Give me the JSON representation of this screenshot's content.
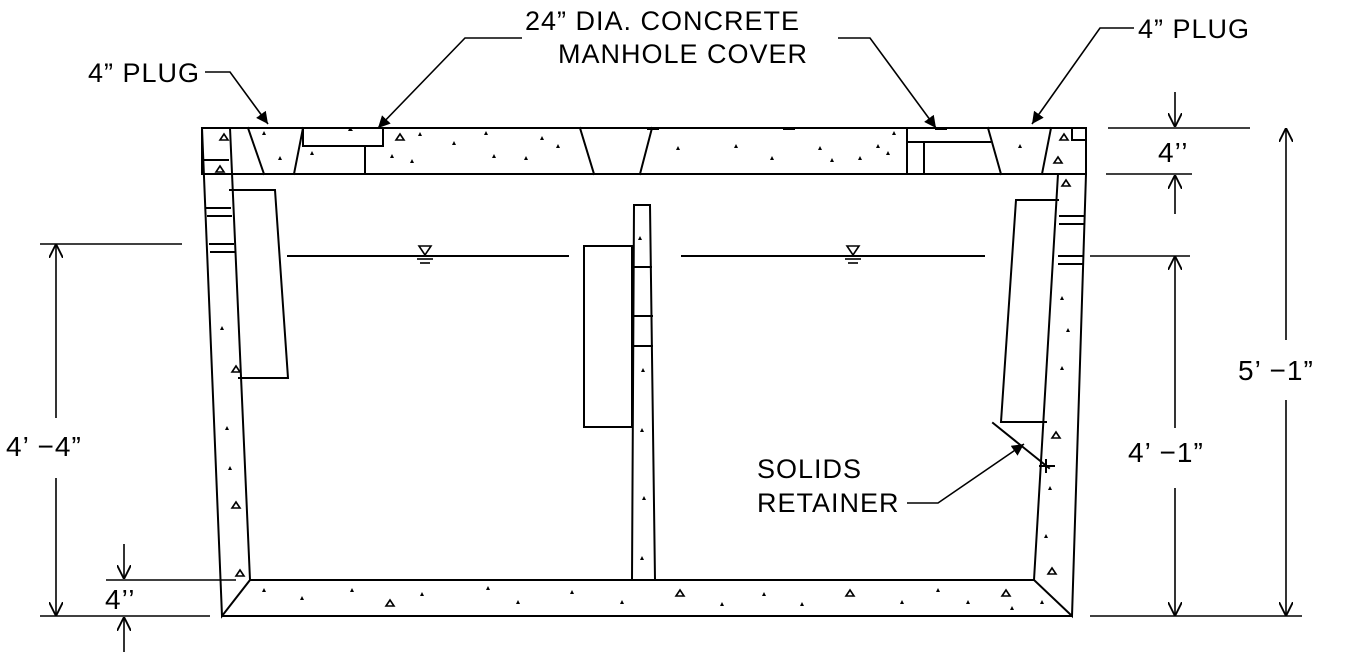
{
  "labels": {
    "manhole_line1": "24” DIA. CONCRETE",
    "manhole_line2": "MANHOLE COVER",
    "plug_left": "4” PLUG",
    "plug_right": "4” PLUG",
    "solids_line1": "SOLIDS",
    "solids_line2": "RETAINER"
  },
  "dimensions": {
    "lid_thickness": "4’’",
    "total_height": "5’ −1”",
    "outlet_height": "4’ −1”",
    "inlet_height": "4’ −4”",
    "floor_thickness": "4’’"
  }
}
